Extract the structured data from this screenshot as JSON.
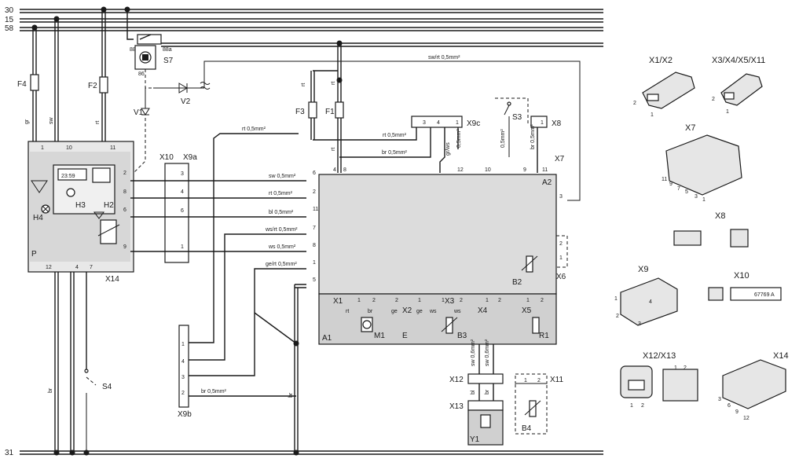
{
  "rails": [
    "30",
    "15",
    "58",
    "31"
  ],
  "fuses": [
    "F4",
    "F2",
    "F3",
    "F1"
  ],
  "components": {
    "S7": "S7",
    "V1": "V1",
    "V2": "V2",
    "S3": "S3",
    "S4": "S4",
    "X8": "X8",
    "X9c": "X9c",
    "X7": "X7",
    "X10": "X10",
    "X9a": "X9a",
    "X9b": "X9b",
    "X14": "X14",
    "A1": "A1",
    "A2": "A2",
    "B2": "B2",
    "X6": "X6",
    "H2": "H2",
    "H3": "H3",
    "H4": "H4",
    "P": "P",
    "X12": "X12",
    "X13": "X13",
    "X11": "X11",
    "Y1": "Y1",
    "B4": "B4",
    "X1": "X1",
    "X2": "X2",
    "X3": "X3",
    "X4": "X4",
    "X5": "X5",
    "M1": "M1",
    "E": "E",
    "B3": "B3",
    "R1": "R1",
    "relay_88": "88",
    "relay_88a": "88a",
    "relay_86": "86"
  },
  "clock_display": "23:59",
  "wires": {
    "swrt_top": "sw/rt 0,5mm²",
    "rt1": "rt 0,5mm²",
    "rt2": "rt 0,5mm²",
    "br1": "br 0,5mm²",
    "sw1": "sw 0,5mm²",
    "rt3": "rt 0,5mm²",
    "bl1": "bl 0,5mm²",
    "wsrt": "ws/rt 0,5mm²",
    "ws1": "ws 0,5mm²",
    "gert": "ge/rt 0,5mm²",
    "br2": "br 0,5mm²",
    "grws": "gr/ws",
    "s3w": "0,5mm²",
    "x8w": "br 0,5mm²",
    "x4a": "sw 0,6mm²",
    "x4b": "sw 0,6mm²"
  },
  "colors": {
    "gr": "gr",
    "sw": "sw",
    "rt": "rt",
    "br": "br",
    "bl": "bl",
    "ge": "ge",
    "ws": "ws"
  },
  "connector_titles": {
    "x1x2": "X1/X2",
    "x3x11": "X3/X4/X5/X11",
    "x7": "X7",
    "x8": "X8",
    "x9": "X9",
    "x10": "X10",
    "x12x13": "X12/X13",
    "x14": "X14",
    "x10_part": "67769 A"
  },
  "pins": {
    "p1": "1",
    "p2": "2",
    "p3": "3",
    "p4": "4",
    "p5": "5",
    "p6": "6",
    "p7": "7",
    "p8": "8",
    "p9": "9",
    "p10": "10",
    "p11": "11",
    "p12": "12"
  }
}
